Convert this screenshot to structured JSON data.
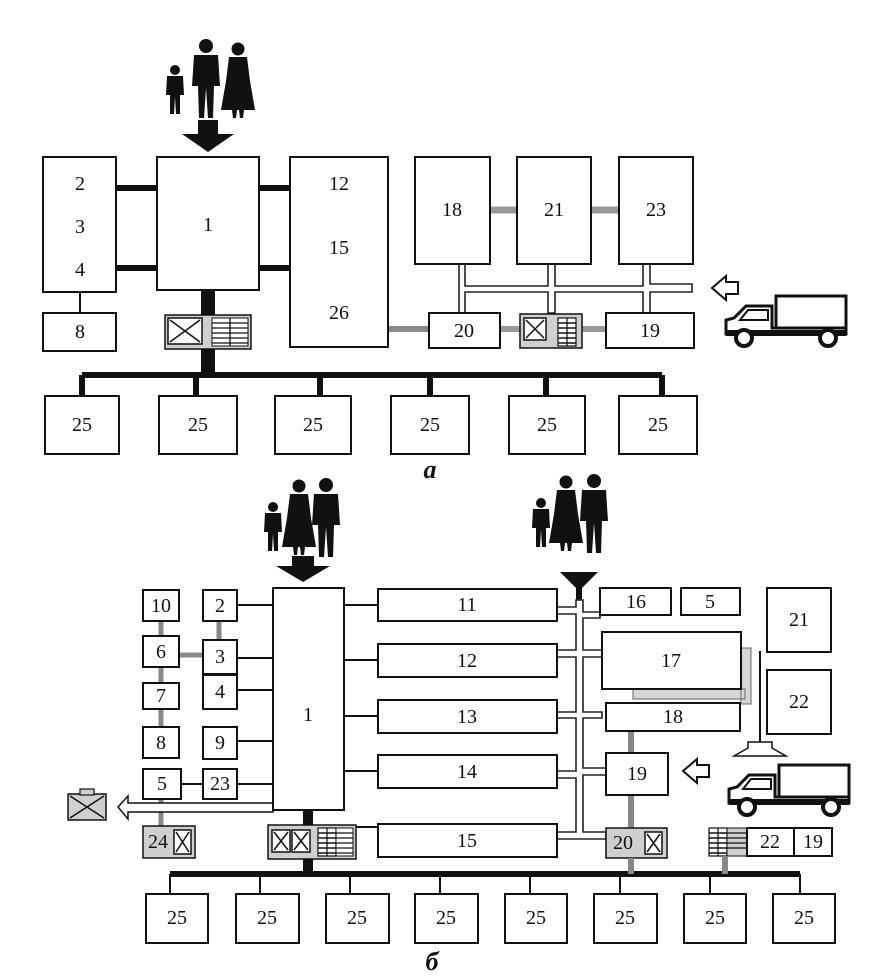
{
  "panel_a": {
    "caption": "а",
    "rooms": [
      {
        "id": "a1",
        "label": "1"
      },
      {
        "id": "a2",
        "labels": [
          "2",
          "3",
          "4"
        ]
      },
      {
        "id": "a8",
        "label": "8"
      },
      {
        "id": "a12",
        "labels": [
          "12",
          "15",
          "26"
        ]
      },
      {
        "id": "a18",
        "label": "18"
      },
      {
        "id": "a21",
        "label": "21"
      },
      {
        "id": "a23",
        "label": "23"
      },
      {
        "id": "a20",
        "label": "20"
      },
      {
        "id": "a19",
        "label": "19"
      },
      {
        "id": "a25_1",
        "label": "25"
      },
      {
        "id": "a25_2",
        "label": "25"
      },
      {
        "id": "a25_3",
        "label": "25"
      },
      {
        "id": "a25_4",
        "label": "25"
      },
      {
        "id": "a25_5",
        "label": "25"
      },
      {
        "id": "a25_6",
        "label": "25"
      }
    ]
  },
  "panel_b": {
    "caption": "б",
    "rooms": [
      {
        "id": "b1",
        "label": "1"
      },
      {
        "id": "b2",
        "label": "2"
      },
      {
        "id": "b3",
        "label": "3"
      },
      {
        "id": "b4",
        "label": "4"
      },
      {
        "id": "b9",
        "label": "9"
      },
      {
        "id": "b23",
        "label": "23"
      },
      {
        "id": "b10",
        "label": "10"
      },
      {
        "id": "b6",
        "label": "6"
      },
      {
        "id": "b7",
        "label": "7"
      },
      {
        "id": "b8",
        "label": "8"
      },
      {
        "id": "b5l",
        "label": "5"
      },
      {
        "id": "b24",
        "label": "24"
      },
      {
        "id": "b11",
        "label": "11"
      },
      {
        "id": "b12",
        "label": "12"
      },
      {
        "id": "b13",
        "label": "13"
      },
      {
        "id": "b14",
        "label": "14"
      },
      {
        "id": "b15",
        "label": "15"
      },
      {
        "id": "b16",
        "label": "16"
      },
      {
        "id": "b5r",
        "label": "5"
      },
      {
        "id": "b21",
        "label": "21"
      },
      {
        "id": "b17",
        "label": "17"
      },
      {
        "id": "b22",
        "label": "22"
      },
      {
        "id": "b18",
        "label": "18"
      },
      {
        "id": "b19",
        "label": "19"
      },
      {
        "id": "b20",
        "label": "20"
      },
      {
        "id": "b22s",
        "label": "22"
      },
      {
        "id": "b19s",
        "label": "19"
      },
      {
        "id": "b25_1",
        "label": "25"
      },
      {
        "id": "b25_2",
        "label": "25"
      },
      {
        "id": "b25_3",
        "label": "25"
      },
      {
        "id": "b25_4",
        "label": "25"
      },
      {
        "id": "b25_5",
        "label": "25"
      },
      {
        "id": "b25_6",
        "label": "25"
      },
      {
        "id": "b25_7",
        "label": "25"
      },
      {
        "id": "b25_8",
        "label": "25"
      }
    ]
  }
}
